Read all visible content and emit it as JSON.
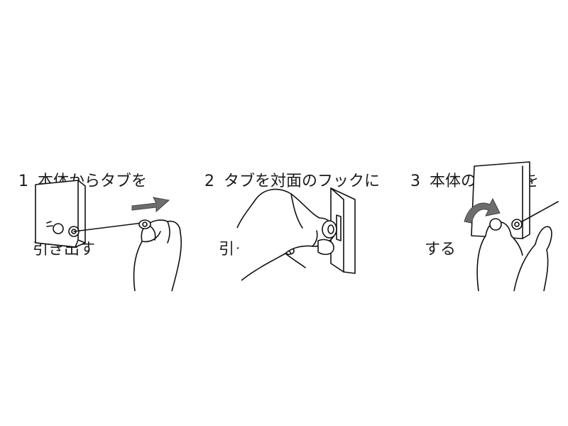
{
  "steps": [
    {
      "number": "1",
      "line1": "本体からタブを",
      "line2": "引き出す",
      "icon": "pull-out-tab-illustration"
    },
    {
      "number": "2",
      "line1": "タブを対面のフックに",
      "line2": "引っかける",
      "icon": "hook-tab-illustration"
    },
    {
      "number": "3",
      "line1": "本体のロックを",
      "line2": "する",
      "icon": "lock-unit-illustration"
    }
  ],
  "colors": {
    "arrow": "#6d6d6d",
    "line": "#111111",
    "background": "#ffffff"
  }
}
